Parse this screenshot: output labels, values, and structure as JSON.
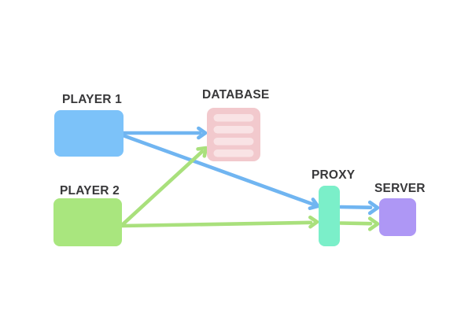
{
  "diagram": {
    "background": "#FFFFFF",
    "label_color": "#38383A",
    "nodes": {
      "player1": {
        "label": "PLAYER 1",
        "color": "#7CC2F9"
      },
      "player2": {
        "label": "PLAYER 2",
        "color": "#A9E67E"
      },
      "database": {
        "label": "DATABASE",
        "color": "#F2C9CD",
        "bar_color": "#F9E3E5",
        "bar_count": 4
      },
      "proxy": {
        "label": "PROXY",
        "color": "#7BEFC9"
      },
      "server": {
        "label": "SERVER",
        "color": "#AE97F5"
      }
    },
    "edge_colors": {
      "blue": "#70B5F1",
      "green": "#A9E07C"
    },
    "edges": [
      {
        "from": "player1",
        "to": "database",
        "color": "blue"
      },
      {
        "from": "player1",
        "to": "proxy",
        "color": "blue"
      },
      {
        "from": "player2",
        "to": "database",
        "color": "green"
      },
      {
        "from": "player2",
        "to": "proxy",
        "color": "green"
      },
      {
        "from": "proxy",
        "to": "server",
        "color": "blue"
      },
      {
        "from": "proxy",
        "to": "server",
        "color": "green"
      }
    ]
  }
}
